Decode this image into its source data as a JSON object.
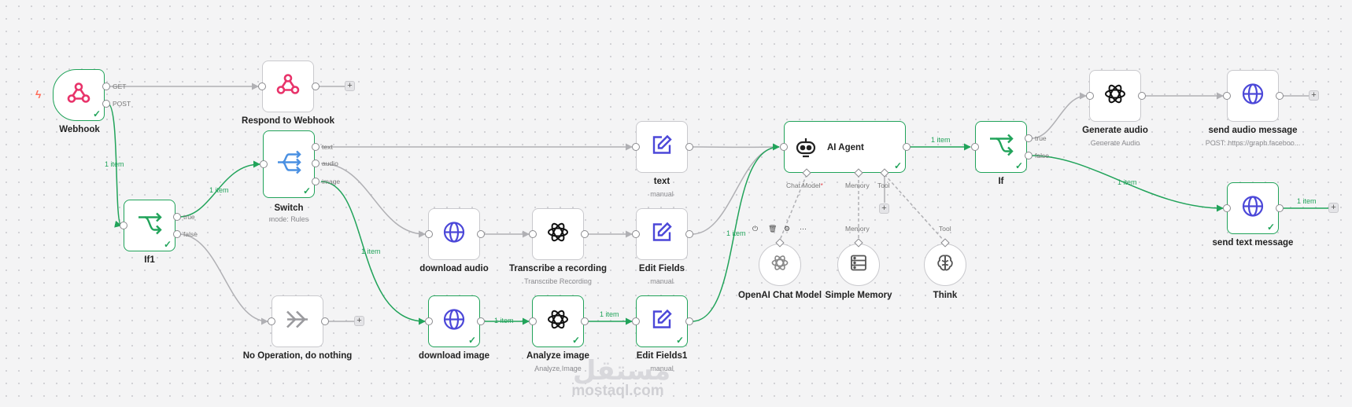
{
  "nodes": {
    "webhook": {
      "title": "Webhook",
      "outputs": [
        "GET",
        "POST"
      ]
    },
    "respond_to_webhook": {
      "title": "Respond to Webhook"
    },
    "if1": {
      "title": "If1",
      "outputs": [
        "true",
        "false"
      ]
    },
    "switch": {
      "title": "Switch",
      "subtitle": "mode: Rules",
      "outputs": [
        "text",
        "audio",
        "image"
      ]
    },
    "no_operation": {
      "title": "No Operation, do nothing"
    },
    "text": {
      "title": "text",
      "subtitle": "manual"
    },
    "download_audio": {
      "title": "download audio"
    },
    "transcribe": {
      "title": "Transcribe a recording",
      "subtitle": "Transcribe Recording"
    },
    "edit_fields": {
      "title": "Edit Fields",
      "subtitle": "manual"
    },
    "download_image": {
      "title": "download image"
    },
    "analyze_image": {
      "title": "Analyze image",
      "subtitle": "Analyze Image"
    },
    "edit_fields1": {
      "title": "Edit Fields1",
      "subtitle": "manual"
    },
    "ai_agent": {
      "title": "AI Agent",
      "ports": {
        "chat_model": "Chat Model",
        "required_mark": "*",
        "memory": "Memory",
        "tool": "Tool"
      }
    },
    "openai_chat_model": {
      "title": "OpenAI Chat Model"
    },
    "simple_memory": {
      "title": "Simple Memory",
      "port_label": "Memory"
    },
    "think": {
      "title": "Think",
      "port_label": "Tool"
    },
    "if": {
      "title": "If",
      "outputs": [
        "true",
        "false"
      ]
    },
    "generate_audio": {
      "title": "Generate audio",
      "subtitle": "Generate Audio"
    },
    "send_audio_message": {
      "title": "send audio message",
      "subtitle": "POST: https://graph.faceboo..."
    },
    "send_text_message": {
      "title": "send text message"
    }
  },
  "edge_labels": {
    "webhook_if1": "1 item",
    "if1_switch": "1 item",
    "switch_image": "1 item",
    "download_analyze": "1 item",
    "analyze_edit": "1 item",
    "edit1_agent": "1 item",
    "agent_if": "1 item",
    "if_false": "1 item",
    "send_text_out": "1 item"
  },
  "toolbar": {
    "power": "⏻",
    "delete": "🗑",
    "settings": "⚙",
    "more": "⋯"
  },
  "watermark": {
    "text_ar": "مستقل",
    "text_en": "mostaql.com"
  },
  "colors": {
    "success": "#21a35a",
    "webhook": "#e8336a",
    "switch_accent": "#4a90e2",
    "globe": "#4b47d8",
    "edit": "#4b47d8",
    "canvas": "#f4f4f5"
  }
}
